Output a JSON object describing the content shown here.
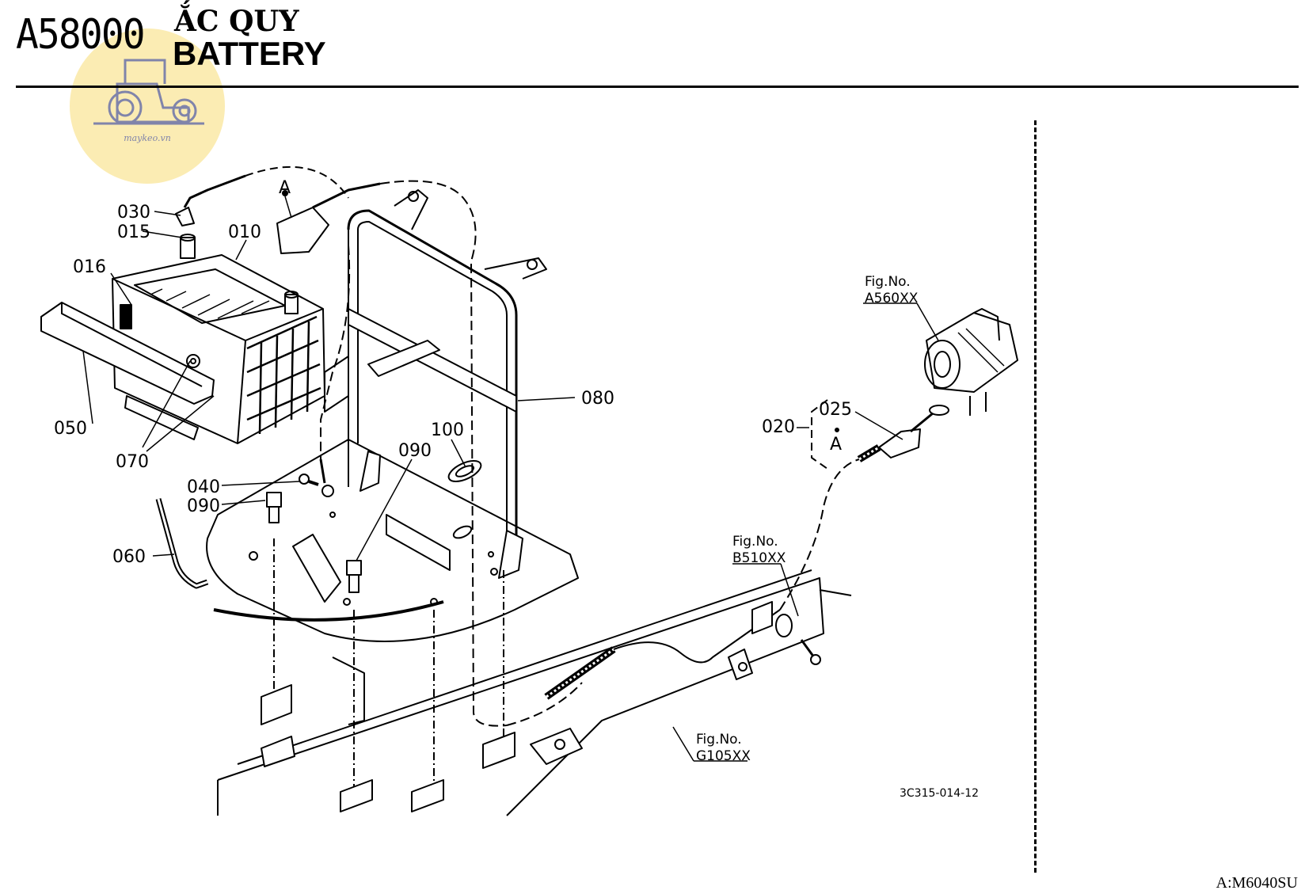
{
  "header": {
    "code": "A58000",
    "title_vi": "ẮC QUY",
    "title_en": "BATTERY"
  },
  "logo": {
    "text": "maykeo.vn",
    "color": "#fbe9a6"
  },
  "callouts": {
    "c030": "030",
    "c015": "015",
    "c010": "010",
    "c016": "016",
    "c050": "050",
    "c070": "070",
    "c040": "040",
    "c090a": "090",
    "c060": "060",
    "c100": "100",
    "c090b": "090",
    "c080": "080",
    "c020": "020",
    "c025": "025",
    "markA1": "A",
    "markA2": "A"
  },
  "refs": {
    "a560": {
      "fig": "Fig.No.",
      "no": "A560XX"
    },
    "b510": {
      "fig": "Fig.No.",
      "no": "B510XX"
    },
    "g105": {
      "fig": "Fig.No.",
      "no": "G105XX"
    }
  },
  "drawing_id": "3C315-014-12",
  "footer": "A:M6040SU"
}
